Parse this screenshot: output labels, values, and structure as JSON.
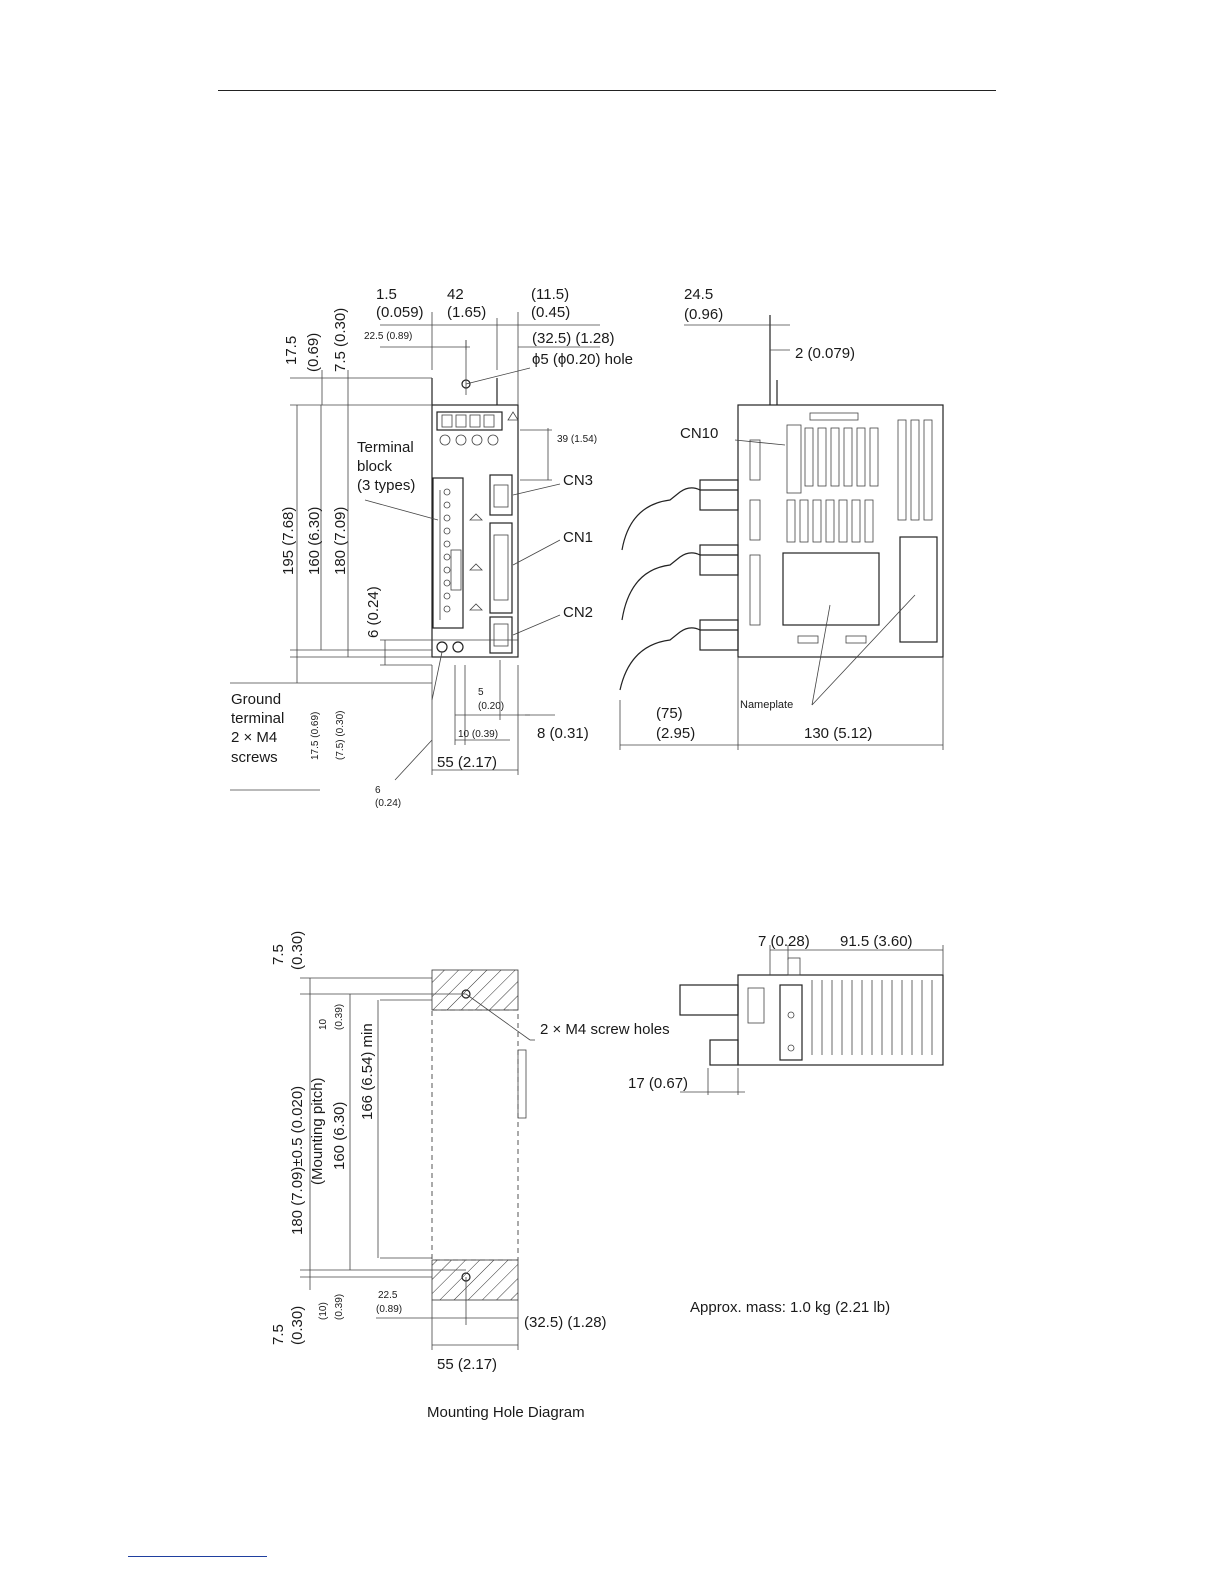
{
  "front_view": {
    "dim_top_1": "1.5",
    "dim_top_1_in": "(0.059)",
    "dim_top_42": "42",
    "dim_top_42_in": "(1.65)",
    "dim_top_115": "(11.5)",
    "dim_top_115_in": "(0.45)",
    "dim_225": "22.5 (0.89)",
    "dim_325": "(32.5) (1.28)",
    "hole_label": "ϕ5 (ϕ0.20) hole",
    "dim_39": "39 (1.54)",
    "terminal_block": [
      "Terminal",
      "block",
      "(3 types)"
    ],
    "cn3": "CN3",
    "cn1": "CN1",
    "cn2": "CN2",
    "v_175": "17.5",
    "v_069": "(0.69)",
    "v_75": "7.5 (0.30)",
    "v_195": "195 (7.68)",
    "v_160": "160 (6.30)",
    "v_180": "180 (7.09)",
    "v_6": "6 (0.24)",
    "v_175b": "17.5 (0.69)",
    "v_75b": "(7.5) (0.30)",
    "ground": [
      "Ground",
      "terminal",
      "2 × M4",
      "screws"
    ],
    "dim_5": "5",
    "dim_5_in": "(0.20)",
    "dim_10": "10 (0.39)",
    "dim_8": "8 (0.31)",
    "dim_55": "55 (2.17)",
    "dim_6b": "6",
    "dim_6b_in": "(0.24)"
  },
  "side_view": {
    "dim_245": "24.5",
    "dim_245_in": "(0.96)",
    "dim_2": "2 (0.079)",
    "cn10": "CN10",
    "dim_75": "(75)",
    "dim_75_in": "(2.95)",
    "nameplate": "Nameplate",
    "dim_130": "130 (5.12)"
  },
  "top_view": {
    "dim_7": "7 (0.28)",
    "dim_915": "91.5 (3.60)",
    "dim_17": "17 (0.67)"
  },
  "mounting": {
    "v_75_top": "7.5",
    "v_030_top": "(0.30)",
    "v_10": "10",
    "v_039": "(0.39)",
    "v_180": "180 (7.09)±0.5 (0.020)",
    "v_pitch": "(Mounting pitch)",
    "v_160": "160 (6.30)",
    "v_166": "166 (6.54) min",
    "screw_holes": "2 × M4 screw holes",
    "v_10b": "(10)",
    "v_039b": "(0.39)",
    "v_75_bot": "7.5",
    "v_030_bot": "(0.30)",
    "dim_225": "22.5",
    "dim_225_in": "(0.89)",
    "dim_325": "(32.5) (1.28)",
    "dim_55": "55 (2.17)",
    "caption": "Mounting Hole Diagram"
  },
  "mass": "Approx. mass: 1.0 kg (2.21 lb)"
}
